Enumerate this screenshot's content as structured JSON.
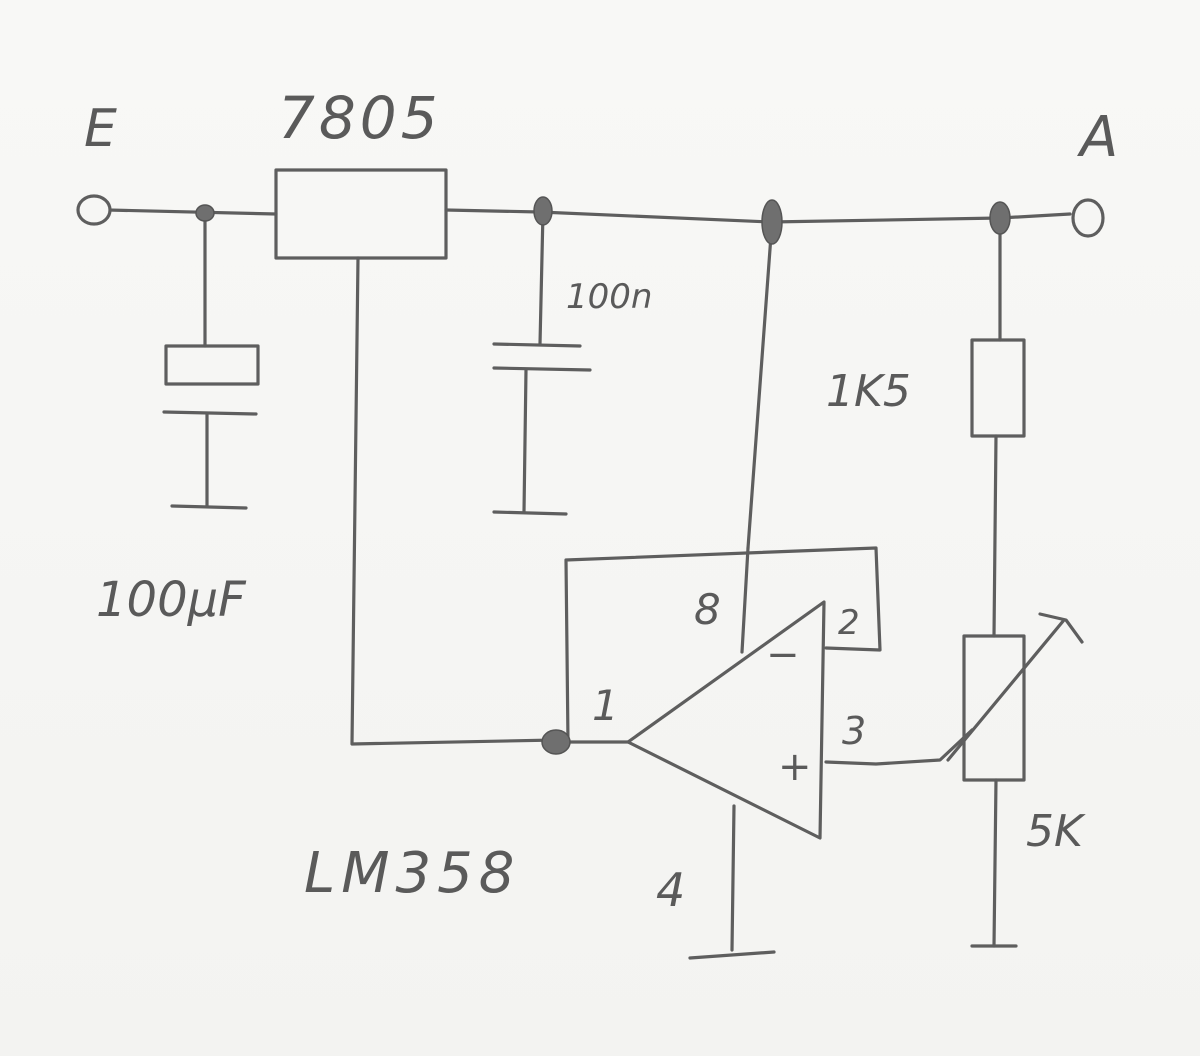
{
  "diagram": {
    "input_label": "E",
    "output_label": "A",
    "regulator_label": "7805",
    "cap_in_label": "100µF",
    "cap_out_label": "100n",
    "resistor_label": "1K5",
    "pot_label": "5K",
    "opamp_label": "LM358",
    "pin8_label": "8",
    "pin2_label": "2",
    "pin1_label": "1",
    "pin3_label": "3",
    "pin4_label": "4",
    "inverting_symbol": "−",
    "noninverting_symbol": "+"
  }
}
